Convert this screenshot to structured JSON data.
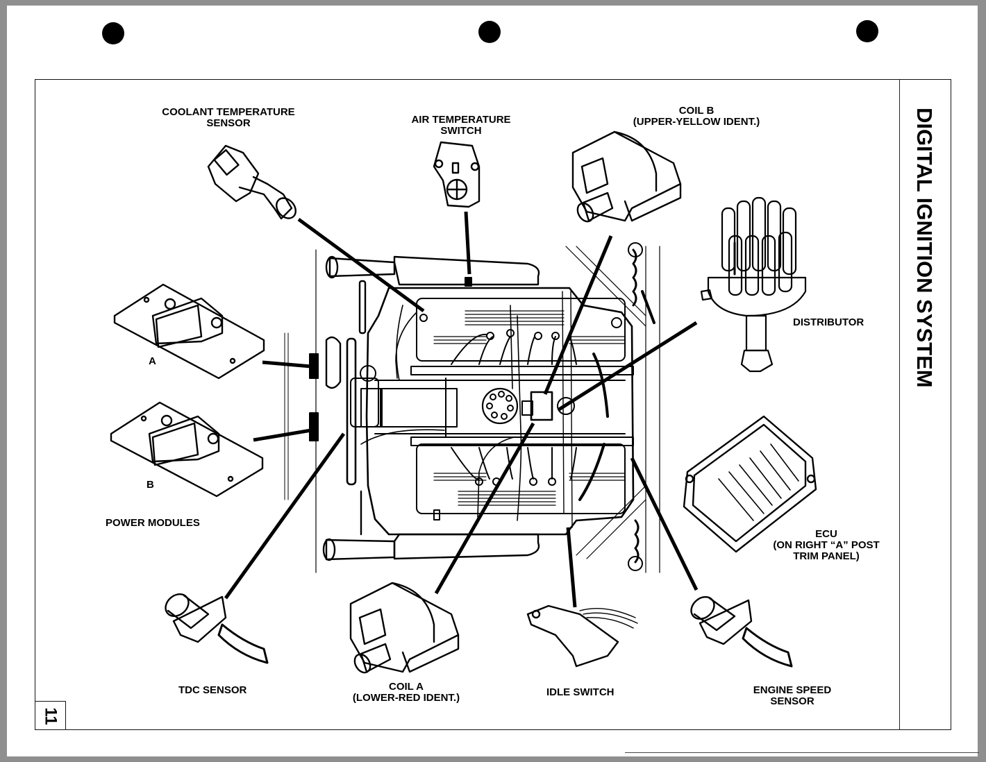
{
  "page": {
    "title": "DIGITAL IGNITION SYSTEM",
    "page_number": "11"
  },
  "labels": {
    "coolant_temp_line1": "COOLANT TEMPERATURE",
    "coolant_temp_line2": "SENSOR",
    "air_temp_line1": "AIR TEMPERATURE",
    "air_temp_line2": "SWITCH",
    "coil_b_line1": "COIL B",
    "coil_b_line2": "(UPPER-YELLOW IDENT.)",
    "distributor": "DISTRIBUTOR",
    "power_module_a": "A",
    "power_module_b": "B",
    "power_modules": "POWER MODULES",
    "ecu_line1": "ECU",
    "ecu_line2": "(ON RIGHT “A” POST",
    "ecu_line3": "TRIM PANEL)",
    "tdc_sensor": "TDC SENSOR",
    "coil_a_line1": "COIL A",
    "coil_a_line2": "(LOWER-RED IDENT.)",
    "idle_switch": "IDLE SWITCH",
    "engine_speed_line1": "ENGINE SPEED",
    "engine_speed_line2": "SENSOR"
  },
  "colors": {
    "ink": "#000000",
    "paper": "#ffffff",
    "background": "#8f8f8f"
  }
}
